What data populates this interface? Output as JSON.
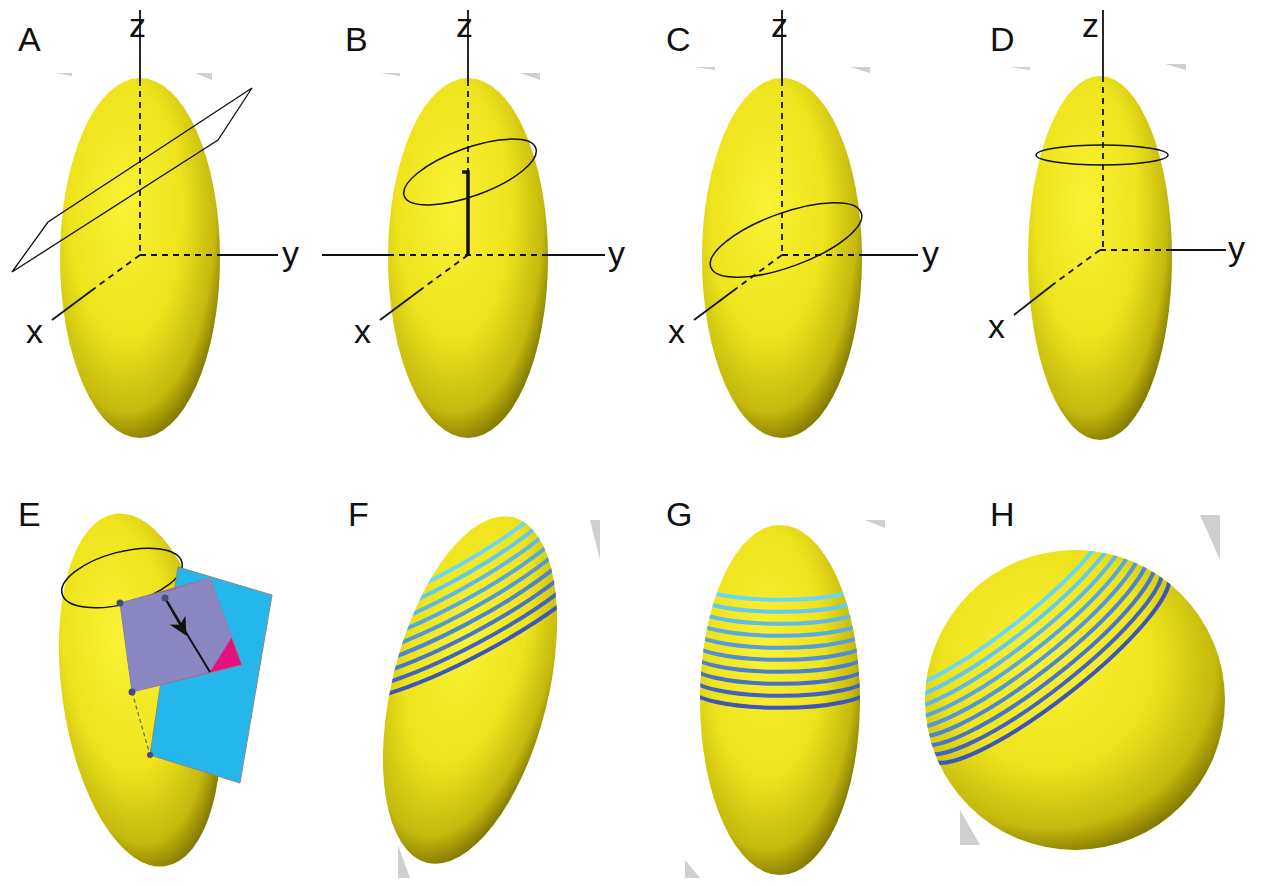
{
  "diagram": {
    "labels": [
      "A",
      "z",
      "y",
      "x",
      "B",
      "z",
      "y",
      "x",
      "C",
      "z",
      "y",
      "x",
      "D",
      "z",
      "y",
      "x",
      "E",
      "F",
      "G",
      "H"
    ]
  }
}
